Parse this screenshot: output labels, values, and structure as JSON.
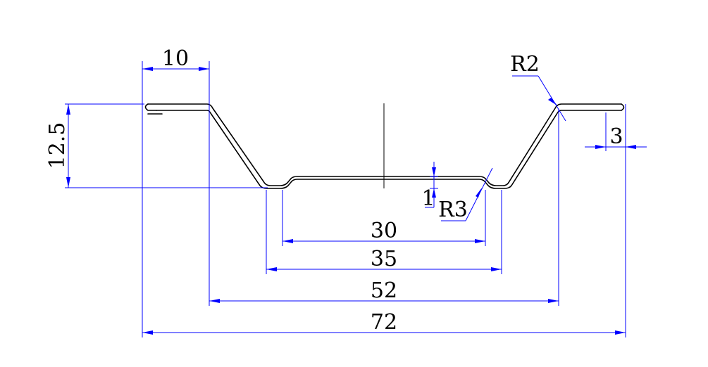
{
  "drawing": {
    "dims": {
      "top_flange_width": "10",
      "height": "12.5",
      "bottom_inner_width": "30",
      "bottom_outer_width": "35",
      "top_opening_width": "52",
      "overall_width": "72",
      "hem_length": "3",
      "step_depth": "1",
      "bend_radius_top": "R2",
      "bend_radius_bottom": "R3"
    },
    "colors": {
      "profile": "#000000",
      "dimension": "#0000ff",
      "background": "#ffffff"
    }
  }
}
